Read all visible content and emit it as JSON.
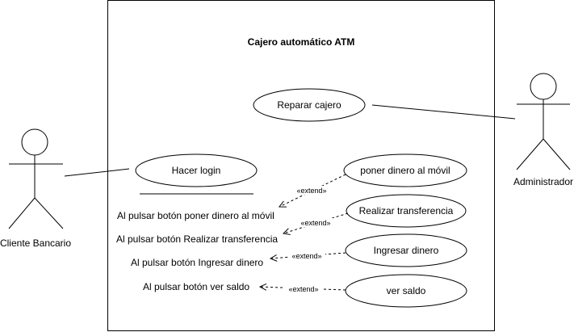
{
  "system": {
    "title": "Cajero automático ATM"
  },
  "actors": {
    "client": "Cliente Bancario",
    "admin": "Administrador"
  },
  "use_cases": {
    "repair": "Reparar cajero",
    "login": "Hacer login",
    "mobile": "poner dinero al móvil",
    "transfer": "Realizar transferencia",
    "deposit": "Ingresar dinero",
    "balance": "ver saldo"
  },
  "extension_points": {
    "mobile": "Al pulsar botón poner dinero al móvil",
    "transfer": "Al pulsar botón Realizar transferencia",
    "deposit": "Al pulsar botón Ingresar dinero",
    "balance": "Al pulsar botón ver saldo"
  },
  "relations": {
    "extend_label": "«extend»"
  }
}
